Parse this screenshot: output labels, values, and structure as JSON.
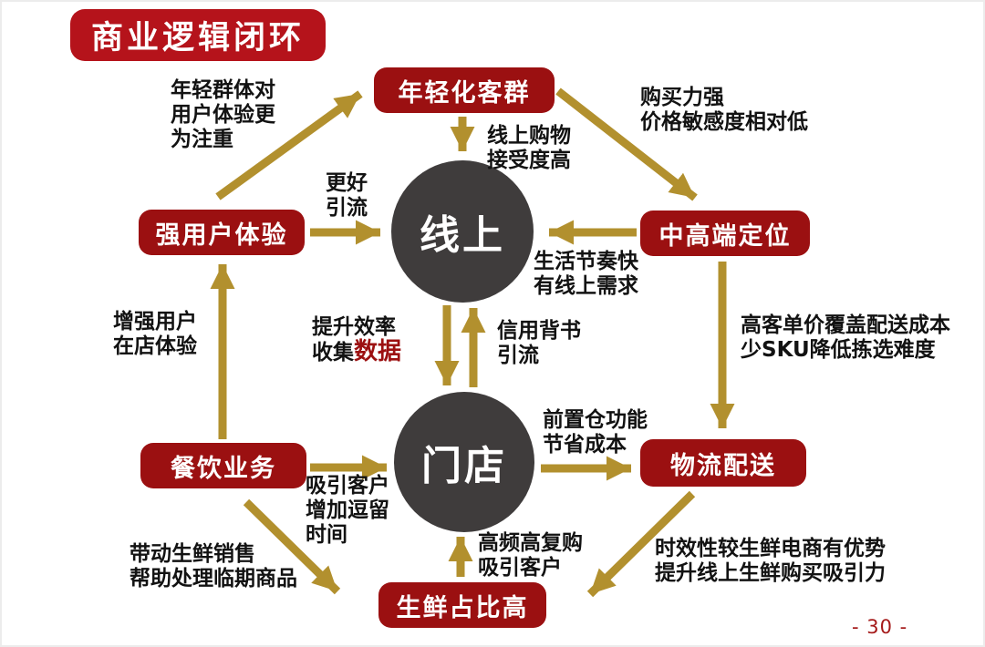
{
  "page": {
    "title": "商业逻辑闭环",
    "page_number": "- 30 -"
  },
  "colors": {
    "title_red": "#b5131b",
    "node_red": "#9b1011",
    "circle_gray": "#3f3c3c",
    "arrow_gold": "#b2902e",
    "highlight_red": "#9c1011",
    "text_black": "#121212"
  },
  "nodes": {
    "young": "年轻化客群",
    "strong_ux": "强用户体验",
    "mid_high": "中高端定位",
    "dining": "餐饮业务",
    "logistics": "物流配送",
    "fresh": "生鲜占比高",
    "online": "线上",
    "store": "门店"
  },
  "annotations": {
    "young_focus": [
      "年轻群体对",
      "用户体验更",
      "为注重"
    ],
    "buying_power": [
      "购买力强",
      "价格敏感度相对低"
    ],
    "online_shopping": [
      "线上购物",
      "接受度高"
    ],
    "better_traffic": [
      "更好",
      "引流"
    ],
    "fast_pace": [
      "生活节奏快",
      "有线上需求"
    ],
    "enhance_instore": [
      "增强用户",
      "在店体验"
    ],
    "efficiency_line": "提升效率",
    "collect_prefix": "收集",
    "collect_highlight": "数据",
    "credit": [
      "信用背书",
      "引流"
    ],
    "high_price": [
      "高客单价覆盖配送成本",
      "少SKU降低拣选难度"
    ],
    "attract_stay": [
      "吸引客户",
      "增加逗留",
      "时间"
    ],
    "forward_warehouse": [
      "前置仓功能",
      "节省成本"
    ],
    "drive_fresh": [
      "带动生鲜销售",
      "帮助处理临期商品"
    ],
    "high_freq": [
      "高频高复购",
      "吸引客户"
    ],
    "timeliness": [
      "时效性较生鲜电商有优势",
      "提升线上生鲜购买吸引力"
    ]
  }
}
